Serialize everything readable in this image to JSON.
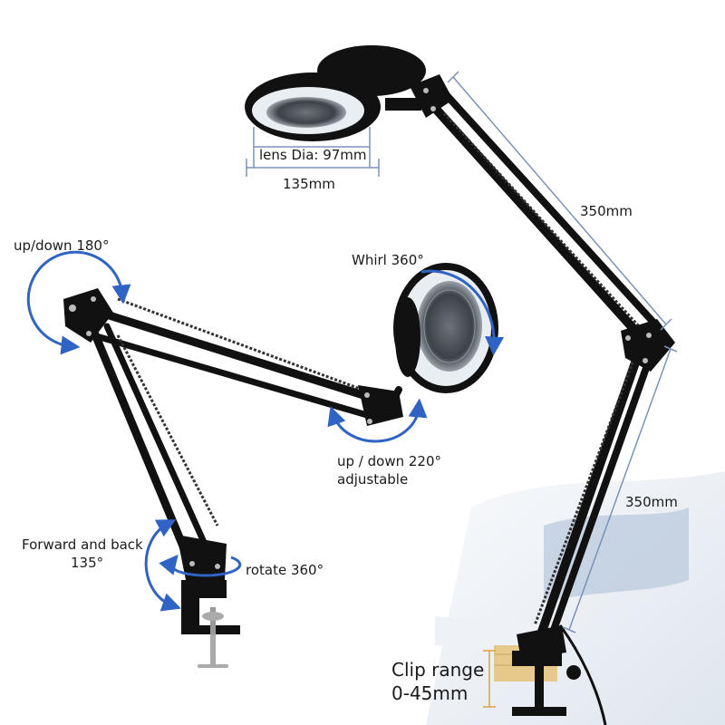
{
  "labels": {
    "lens_dia": "lens Dia: 97mm",
    "head_width": "135mm",
    "upper_arm_length": "350mm",
    "lower_arm_length": "350mm",
    "up_down_180": "up/down 180°",
    "whirl_360": "Whirl 360°",
    "up_down_220_line1": "up / down 220°",
    "up_down_220_line2": "adjustable",
    "forward_back_line1": "Forward and back",
    "forward_back_line2": "135°",
    "rotate_360": "rotate 360°",
    "clip_range_line1": "Clip range",
    "clip_range_line2": "0-45mm"
  },
  "colors": {
    "arm": "#111111",
    "dimension_line": "#7b93b8",
    "arrow": "#2f63c4",
    "lens_ring": "#e9eef2",
    "table": "#d7dfe9",
    "wood": "#e7c98c"
  }
}
